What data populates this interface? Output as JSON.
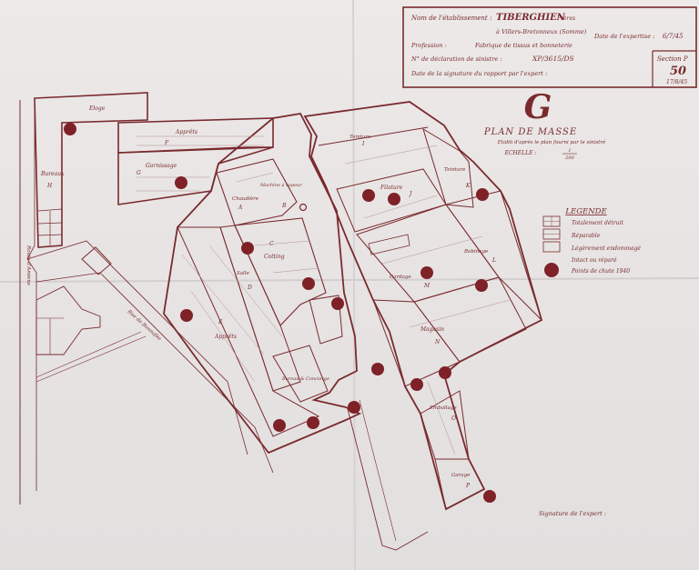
{
  "header": {
    "etablissement_label": "Nom de l'établissement :",
    "etablissement_value": "TIBERGHIEN",
    "etablissement_suffix": "Frères",
    "location": "à Villers-Bretonneux (Somme)",
    "expertise_label": "Date de l'expertise :",
    "expertise_value": "6/7/45",
    "profession_label": "Profession :",
    "profession_value": "Fabrique de tissus et bonneterie",
    "declaration_label": "N° de déclaration de sinistre :",
    "declaration_value": "XP/3615/DS",
    "signature_label": "Date de la signature du rapport par l'expert :"
  },
  "section_box": {
    "label": "Section P",
    "number": "50",
    "date": "17/8/45"
  },
  "plan": {
    "big_letter": "G",
    "title": "PLAN DE MASSE",
    "subtitle": "Etabli d'après le plan fourni par le sinistré",
    "scale_label": "ECHELLE :",
    "scale_num": "1",
    "scale_den": "200"
  },
  "legend": {
    "title": "LEGENDE",
    "items": [
      "Totalement détruit",
      "Réparable",
      "Légèrement endommagé",
      "Intact ou réparé",
      "Points de chute 1940"
    ]
  },
  "buildings": [
    {
      "name": "Bureaux",
      "letter": "H"
    },
    {
      "name": "Eloge",
      "letter": ""
    },
    {
      "name": "Apprêts",
      "letter": "F"
    },
    {
      "name": "Garnissage",
      "letter": "G"
    },
    {
      "name": "Chaudière",
      "letter": "A"
    },
    {
      "name": "Machine à vapeur",
      "letter": "B"
    },
    {
      "name": "Cotting",
      "letter": "C"
    },
    {
      "name": "Salle",
      "letter": "D"
    },
    {
      "name": "Apprêts",
      "letter": "E"
    },
    {
      "name": "Teinture",
      "letter": "I"
    },
    {
      "name": "Filature",
      "letter": "J"
    },
    {
      "name": "Teinture",
      "letter": "K"
    },
    {
      "name": "Bobinage",
      "letter": "L"
    },
    {
      "name": "Cardage",
      "letter": "M"
    },
    {
      "name": "Magasin",
      "letter": "N"
    },
    {
      "name": "Emballage",
      "letter": "O"
    },
    {
      "name": "Garage",
      "letter": "P"
    },
    {
      "name": "Bureau & Concierge",
      "letter": ""
    }
  ],
  "streets": [
    "Route d'Amiens",
    "Rue de Bonnafée"
  ],
  "signature_expert": "Signature de l'expert :"
}
